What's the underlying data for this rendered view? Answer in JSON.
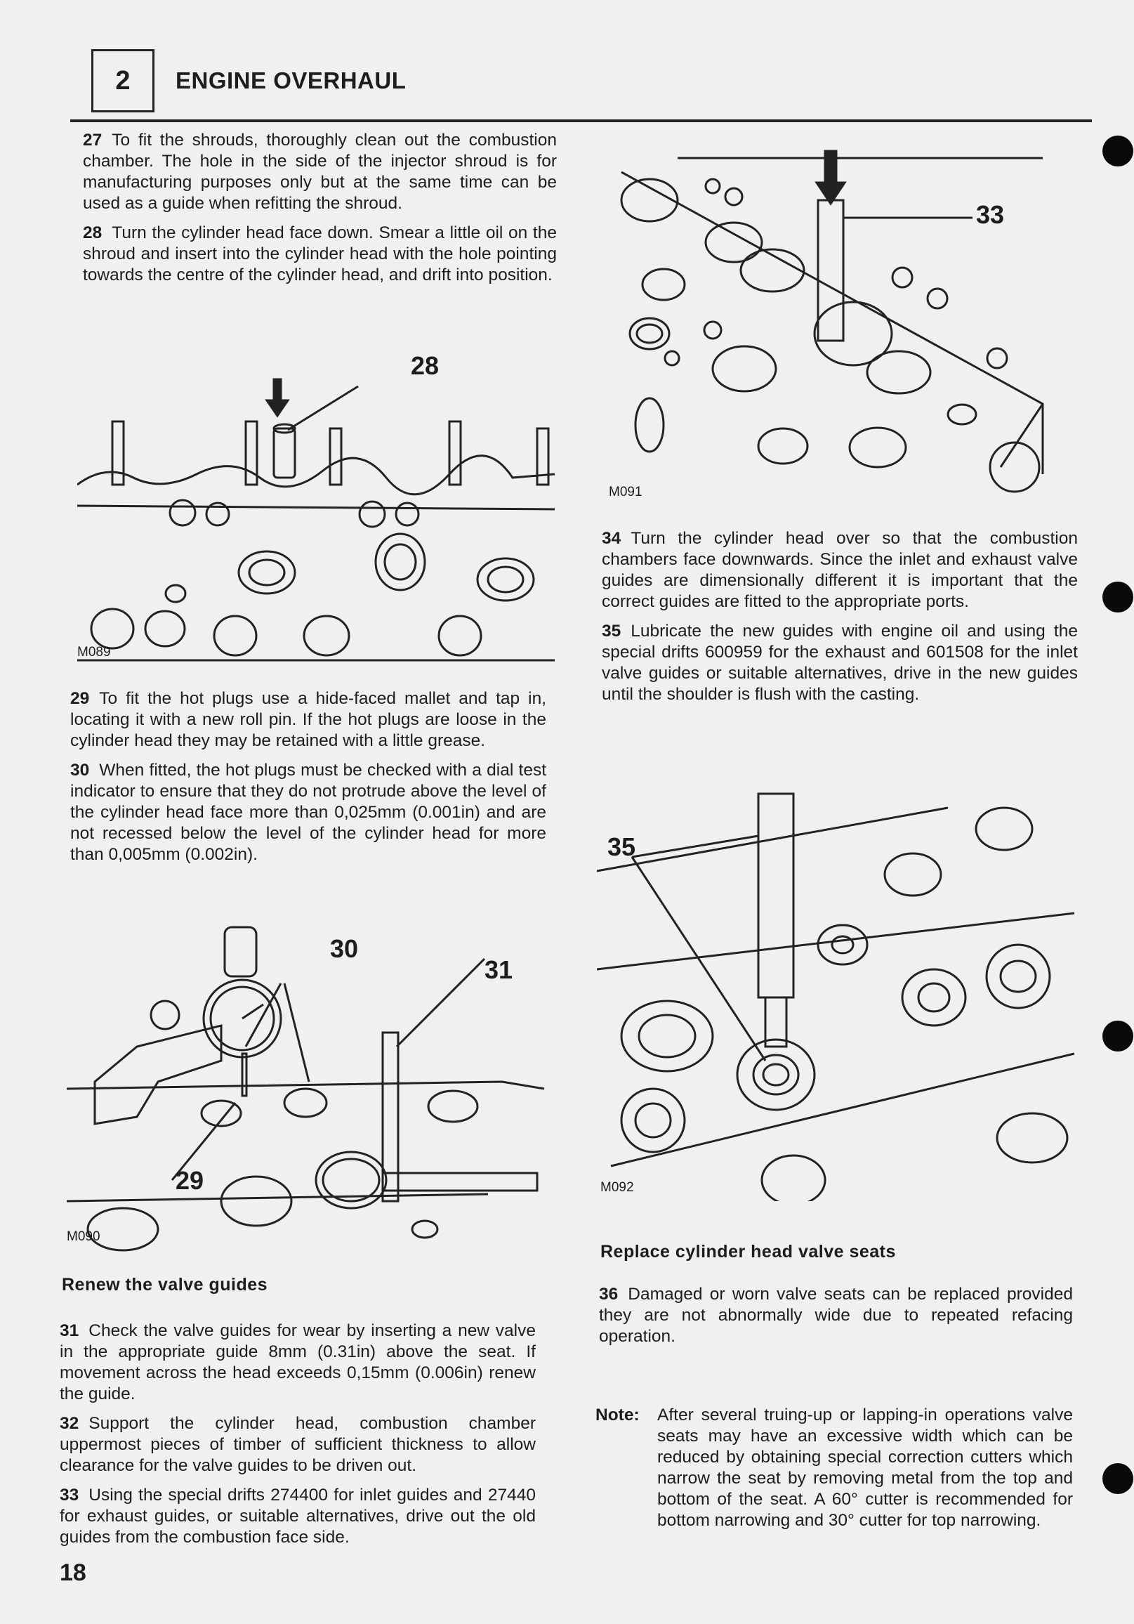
{
  "header": {
    "section_number": "2",
    "title": "ENGINE OVERHAUL"
  },
  "left": {
    "p27": {
      "num": "27",
      "text": "To fit the shrouds, thoroughly clean out the combustion chamber. The hole in the side of the injector shroud is for manufacturing purposes only but at the same time can be used as a guide when refitting the shroud."
    },
    "p28": {
      "num": "28",
      "text": "Turn the cylinder head face down. Smear a little oil on the shroud and insert into the cylinder head with the hole pointing towards the centre of the cylinder head, and drift into position."
    },
    "fig1": {
      "callout": "28",
      "code": "M089"
    },
    "p29": {
      "num": "29",
      "text": "To fit the hot plugs use a hide-faced mallet and tap in, locating it with a new roll pin. If the hot plugs are loose in the cylinder head they may be retained with a little grease."
    },
    "p30": {
      "num": "30",
      "text": "When fitted, the hot plugs must be checked with a dial test indicator to ensure that they do not protrude above the level of the cylinder head face more than 0,025mm (0.001in) and are not recessed below the level of the cylinder head for more than 0,005mm (0.002in)."
    },
    "fig2": {
      "callout_a": "30",
      "callout_b": "31",
      "callout_c": "29",
      "code": "M090"
    },
    "heading": "Renew the valve guides",
    "p31": {
      "num": "31",
      "text": "Check the valve guides for wear by inserting a new valve in the appropriate guide 8mm (0.31in) above the seat. If movement across the head exceeds 0,15mm (0.006in) renew the guide."
    },
    "p32": {
      "num": "32",
      "text": "Support the cylinder head, combustion chamber uppermost pieces of timber of sufficient thickness to allow clearance for the valve guides to be driven out."
    },
    "p33": {
      "num": "33",
      "text": "Using the special drifts 274400 for inlet guides and 27440 for exhaust guides, or suitable alternatives, drive out the old guides from the combustion face side."
    }
  },
  "right": {
    "fig3": {
      "callout": "33",
      "code": "M091"
    },
    "p34": {
      "num": "34",
      "text": "Turn the cylinder head over so that the combustion chambers face downwards. Since the inlet and exhaust valve guides are dimensionally different it is important that the correct guides are fitted to the appropriate ports."
    },
    "p35": {
      "num": "35",
      "text": "Lubricate the new guides with engine oil and using the special drifts 600959 for the exhaust and 601508 for the inlet valve guides or suitable alternatives, drive in the new guides until the shoulder is flush with the casting."
    },
    "fig4": {
      "callout": "35",
      "code": "M092"
    },
    "heading": "Replace cylinder head valve seats",
    "p36": {
      "num": "36",
      "text": "Damaged or worn valve seats can be replaced provided they are not abnormally wide due to repeated refacing operation."
    },
    "note": {
      "label": "Note:",
      "text": "After several truing-up or lapping-in operations valve seats may have an excessive width which can be reduced by obtaining special correction cutters which narrow the seat by removing metal from the top and bottom of the seat. A 60° cutter is recommended for bottom narrowing and 30° cutter for top narrowing."
    }
  },
  "page_number": "18"
}
